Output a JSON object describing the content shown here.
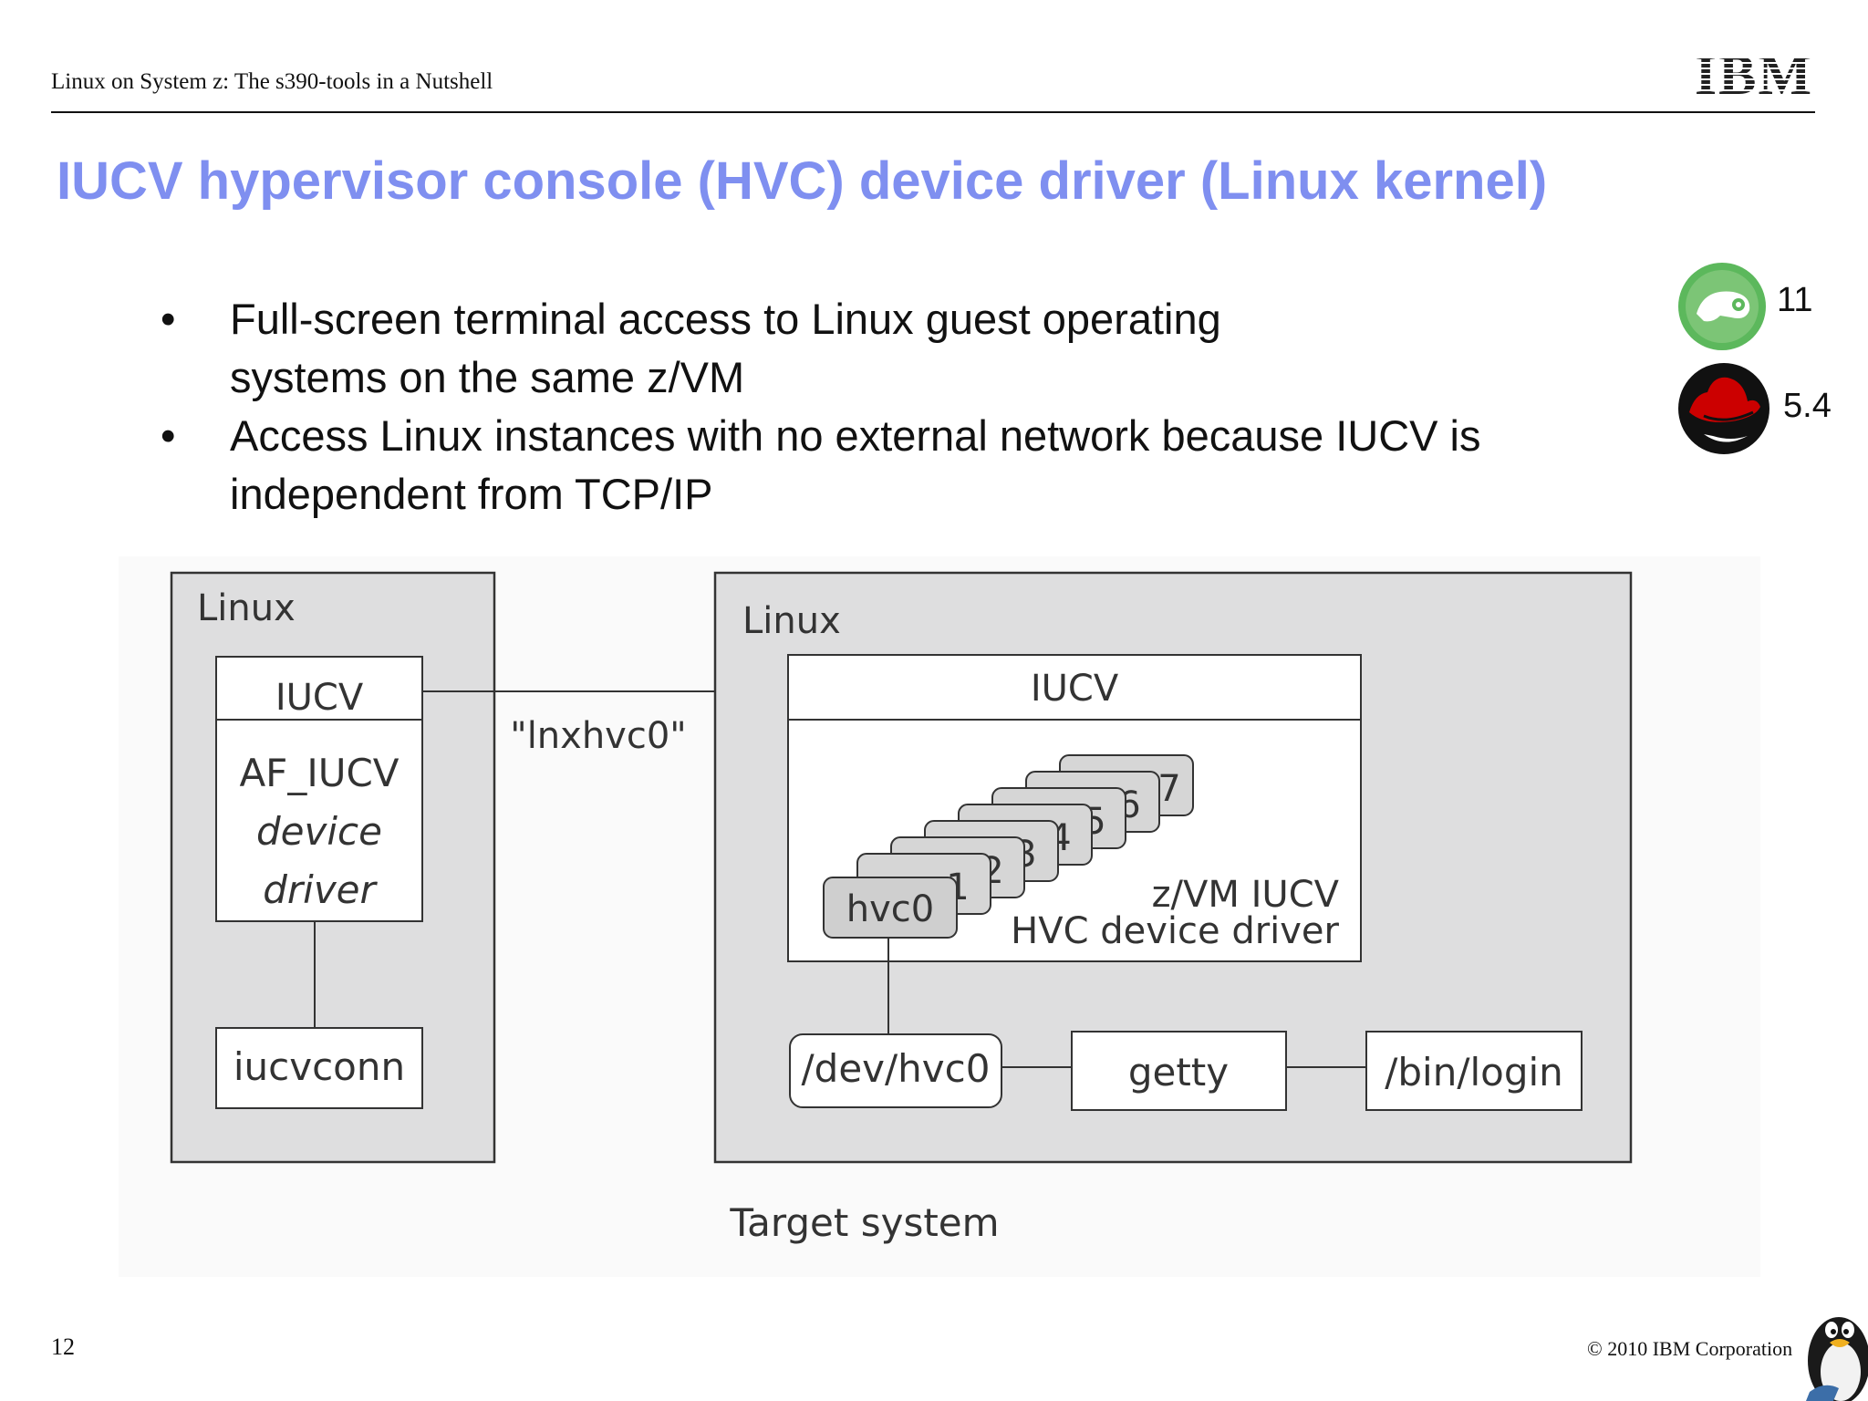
{
  "header": {
    "text": "Linux on System z: The s390-tools in a Nutshell",
    "logo": "IBM"
  },
  "title": "IUCV hypervisor console (HVC) device driver (Linux kernel)",
  "bullets": [
    {
      "symbol": "•",
      "line1": "Full-screen terminal access to Linux guest operating",
      "line2": "systems on the same z/VM"
    },
    {
      "symbol": "•",
      "line1": "Access Linux instances with no external network because IUCV is",
      "line2": "independent from TCP/IP"
    }
  ],
  "distros": [
    {
      "icon": "suse-chameleon-icon",
      "version": "11",
      "color": "#5cb85c"
    },
    {
      "icon": "red-hat-shadowman-icon",
      "version": "5.4",
      "color": "#cc0000"
    }
  ],
  "diagram": {
    "left_system": {
      "label": "Linux",
      "iucv": "IUCV",
      "driver_lines": [
        "AF_IUCV",
        "device",
        "driver"
      ],
      "tool": "iucvconn"
    },
    "connection_label": "\"lnxhvc0\"",
    "target_system": {
      "label": "Linux",
      "iucv": "IUCV",
      "devices_stack": [
        "7",
        "6",
        "5",
        "4",
        "3",
        "2",
        "1"
      ],
      "front_device": "hvc0",
      "driver_lines": [
        "z/VM IUCV",
        "HVC device driver"
      ],
      "dev_node": "/dev/hvc0",
      "getty": "getty",
      "login": "/bin/login"
    },
    "caption": "Target system"
  },
  "footer": {
    "page": "12",
    "copyright": "© 2010 IBM Corporation"
  }
}
